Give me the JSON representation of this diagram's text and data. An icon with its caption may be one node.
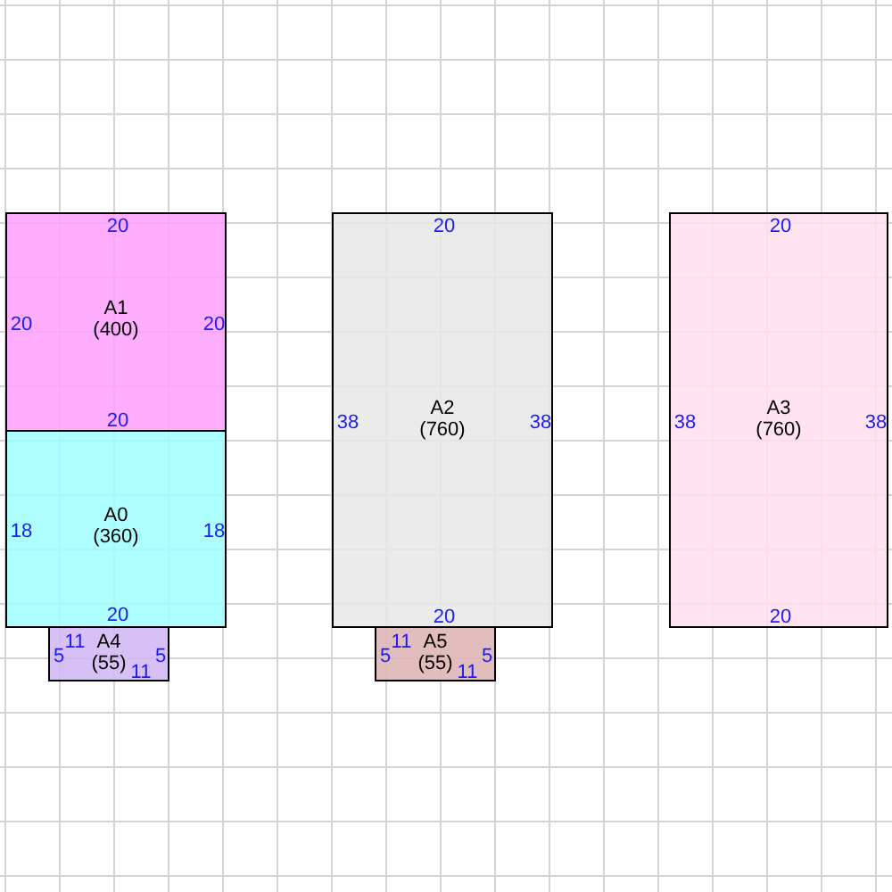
{
  "diagram": {
    "nodes": [
      {
        "text": [
          "A1",
          "(400)",
          "20",
          "20",
          "20",
          "20"
        ]
      },
      {
        "text": [
          "A2",
          "(760)",
          "20",
          "38",
          "38",
          "20"
        ]
      },
      {
        "text": [
          "A3",
          "(760)",
          "20",
          "38",
          "38",
          "20"
        ]
      },
      {
        "text": [
          "A0",
          "(360)",
          "18",
          "18",
          "20"
        ]
      },
      {
        "text": [
          "A4",
          "(55)",
          "11",
          "5",
          "5",
          "11"
        ]
      },
      {
        "text": [
          "A5",
          "(55)",
          "11",
          "5",
          "5",
          "11"
        ]
      }
    ]
  }
}
